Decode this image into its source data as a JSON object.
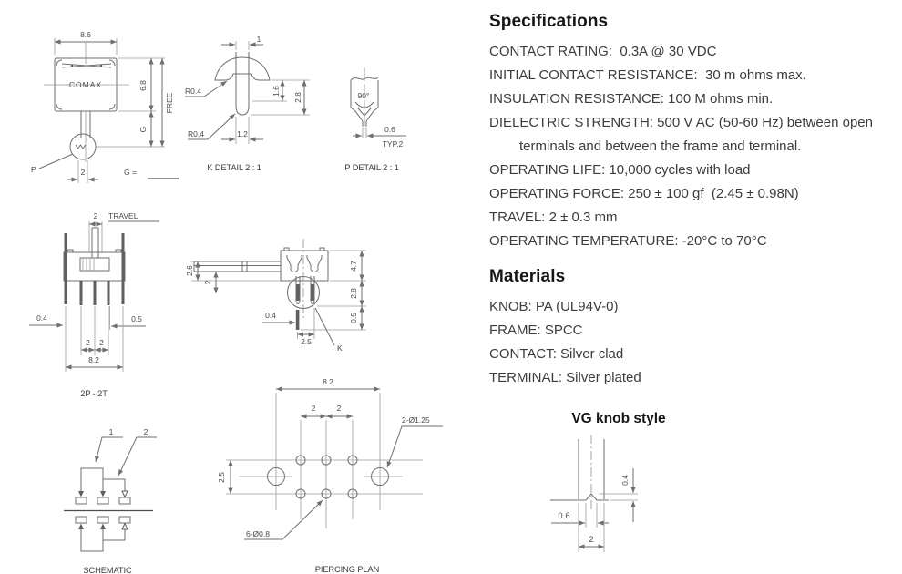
{
  "page": {
    "bg": "#ffffff",
    "line_color": "#6e6e6e",
    "text_color": "#3c3c3c",
    "heading_color": "#161616"
  },
  "specs": {
    "title": "Specifications",
    "lines": [
      "CONTACT RATING:  0.3A @ 30 VDC",
      "INITIAL CONTACT RESISTANCE:  30 m ohms max.",
      "INSULATION RESISTANCE: 100 M ohms min.",
      "DIELECTRIC STRENGTH: 500 V AC (50-60 Hz) between open",
      "terminals and between the frame and terminal.",
      "OPERATING LIFE: 10,000 cycles with load",
      "OPERATING FORCE: 250 ± 100 gf  (2.45 ± 0.98N)",
      "TRAVEL: 2 ± 0.3 mm",
      "OPERATING TEMPERATURE: -20°C to 70°C"
    ]
  },
  "materials": {
    "title": "Materials",
    "lines": [
      "KNOB: PA (UL94V-0)",
      "FRAME: SPCC",
      "CONTACT: Silver clad",
      "TERMINAL: Silver plated"
    ]
  },
  "vg": {
    "title": "VG knob style",
    "dim_depth": "0.4",
    "dim_notch": "0.6",
    "dim_width": "2"
  },
  "front": {
    "dim_width": "8.6",
    "brand": "COMAX",
    "dim_height": "6.8",
    "dim_g": "G",
    "free_label": "FREE",
    "p_label": "P",
    "dim_tip": "2",
    "g_equals": "G ="
  },
  "kdetail": {
    "title": "K DETAIL 2 : 1",
    "dim_top": "1",
    "radius_upper": "R0.4",
    "radius_lower": "R0.4",
    "dim_16": "1.6",
    "dim_28": "2.8",
    "dim_bottom": "1.2"
  },
  "pdetail": {
    "title": "P DETAIL 2 : 1",
    "angle": "90°",
    "dim_tip": "0.6",
    "typ_label": "TYP.2"
  },
  "view2p2t": {
    "title": "2P - 2T",
    "dim_travel": "2",
    "travel_label": "TRAVEL",
    "dim_left": "0.4",
    "dim_right": "0.5",
    "dim_pitch1": "2",
    "dim_pitch2": "2",
    "dim_overall": "8.2"
  },
  "sideview": {
    "dim_knob": "2.6",
    "dim_travel": "2",
    "dim_body": "4.7",
    "dim_mid": "2.8",
    "dim_tip": "0.5",
    "dim_pin": "0.4",
    "dim_offset": "2.5",
    "k_label": "K"
  },
  "schematic": {
    "title": "SCHEMATIC",
    "pole1": "1",
    "pole2": "2"
  },
  "piercing": {
    "title": "PIERCING PLAN",
    "dim_overall": "8.2",
    "dim_pitch1": "2",
    "dim_pitch2": "2",
    "dim_row": "2.5",
    "label_big_holes": "2-Ø1.25",
    "label_small_holes": "6-Ø0.8"
  }
}
